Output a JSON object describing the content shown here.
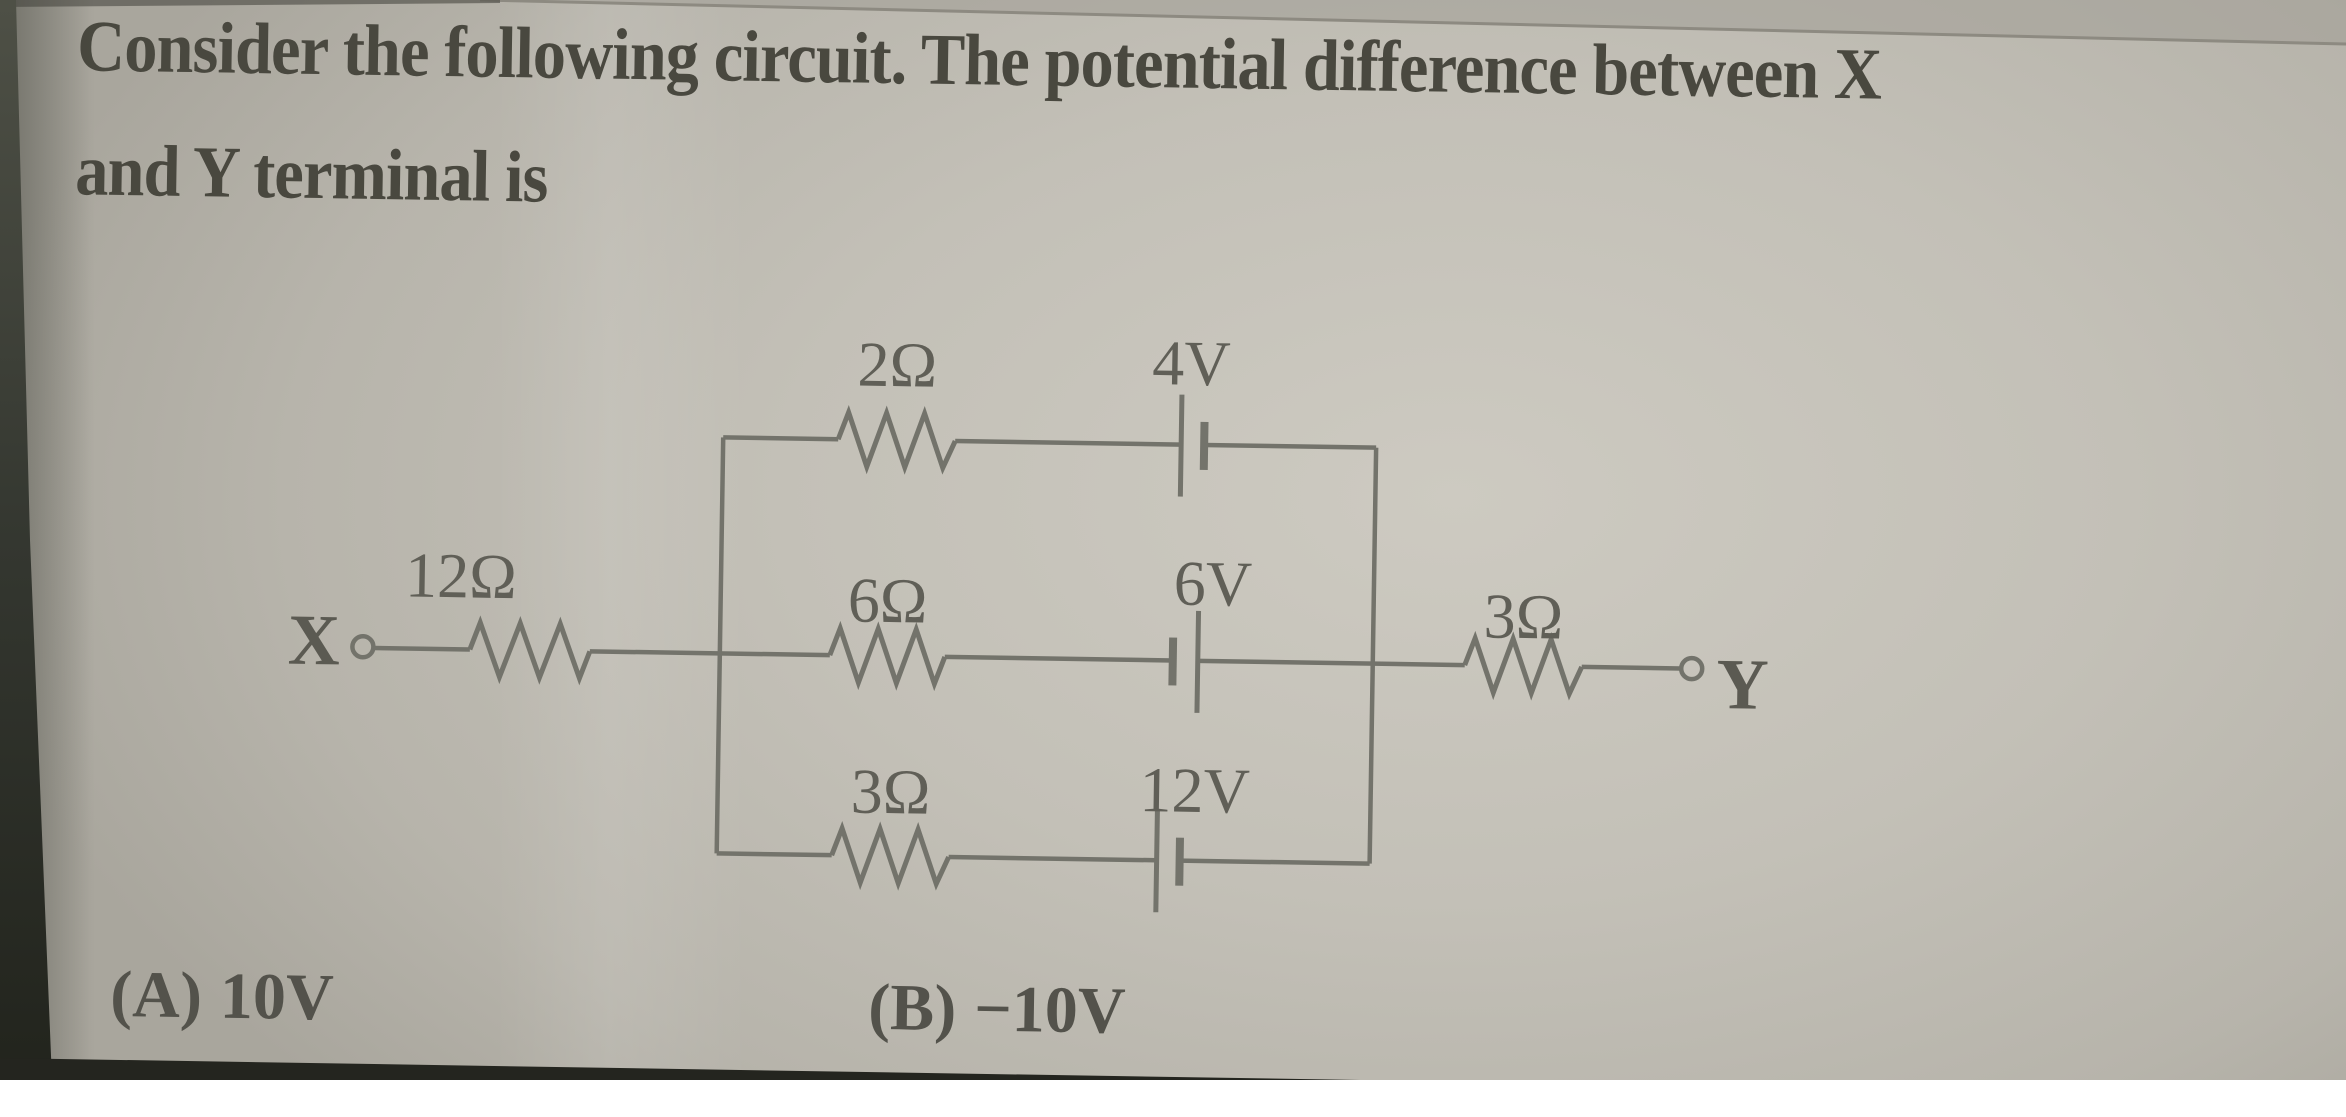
{
  "question": {
    "line1": "Consider the following circuit. The potential difference between X",
    "line2": "and Y terminal is"
  },
  "circuit": {
    "terminal_x": "X",
    "terminal_y": "Y",
    "series_resistor_left": "12Ω",
    "series_resistor_right": "3Ω",
    "branches": [
      {
        "position": "top",
        "resistor": "2Ω",
        "battery": "4V"
      },
      {
        "position": "middle",
        "resistor": "6Ω",
        "battery": "6V"
      },
      {
        "position": "bottom",
        "resistor": "3Ω",
        "battery": "12V"
      }
    ],
    "ink_color": "#73736b"
  },
  "options": [
    {
      "label": "(A)",
      "value": "10V"
    },
    {
      "label": "(B)",
      "value": "−10V"
    }
  ]
}
